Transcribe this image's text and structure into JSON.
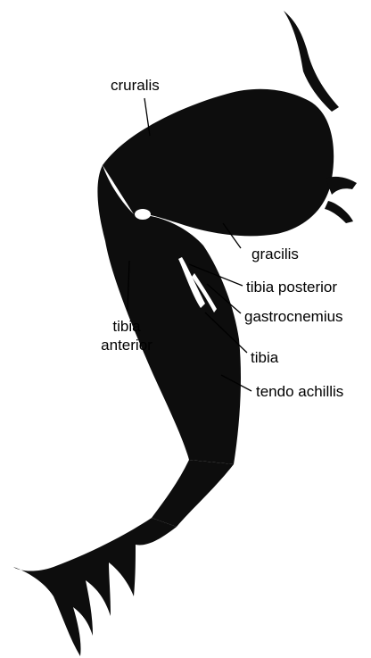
{
  "labels": {
    "cruralis": "cruralis",
    "gracilis": "gracilis",
    "tibia_posterior": "tibia posterior",
    "gastrocnemius": "gastrocnemius",
    "tibia_anterior_line1": "tibia",
    "tibia_anterior_line2": "anterior",
    "tibia": "tibia",
    "tendo_achillis": "tendo achillis"
  },
  "colors": {
    "muscle": "#0d0d0d",
    "highlight": "#ffffff",
    "line": "#000000"
  }
}
